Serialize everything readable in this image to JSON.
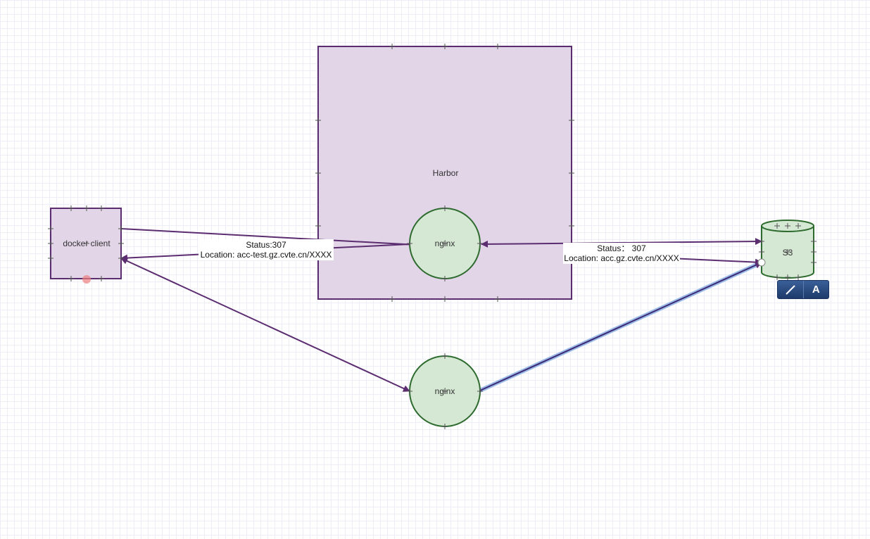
{
  "diagram": {
    "nodes": {
      "docker_client": "docker client",
      "harbor": "Harbor",
      "nginx_inner": "nginx",
      "nginx_outer": "nginx",
      "s3": "S3"
    },
    "edge_labels": {
      "client_redirect_status": "Status:307",
      "client_redirect_location": "Location:  acc-test.gz.cvte.cn/XXXX",
      "s3_redirect_status": "Status： 307",
      "s3_redirect_location": "Location: acc.gz.cvte.cn/XXXX"
    },
    "colors": {
      "container_fill": "#e1d5e7",
      "container_stroke": "#5b2c6f",
      "nginx_fill": "#d5e8d4",
      "nginx_stroke": "#2e6b2e",
      "edge": "#5b2c6f",
      "selection": "#7ea6e0",
      "toolbar": "#2b4a7e"
    }
  },
  "toolbar": {
    "connector_icon": "line-icon",
    "text_label": "A"
  }
}
